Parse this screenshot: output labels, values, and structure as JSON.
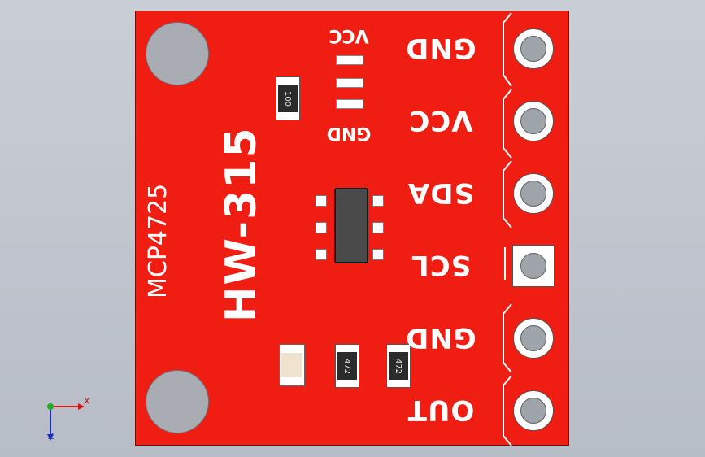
{
  "board": {
    "title": "HW-315",
    "chip": "MCP4725",
    "top_labels": {
      "vcc": "VCC",
      "gnd": "GND"
    },
    "pins": [
      {
        "label": "GND"
      },
      {
        "label": "VCC"
      },
      {
        "label": "SDA"
      },
      {
        "label": "SCL"
      },
      {
        "label": "GND"
      },
      {
        "label": "OUT"
      }
    ],
    "resistors": [
      {
        "code": "100"
      },
      {
        "code": "472"
      },
      {
        "code": "472"
      }
    ]
  },
  "axis": {
    "x": "X",
    "z": "Z"
  },
  "colors": {
    "pcb": "#ef1d12",
    "silkscreen": "#ffffff",
    "background": "#c1c6ce"
  }
}
